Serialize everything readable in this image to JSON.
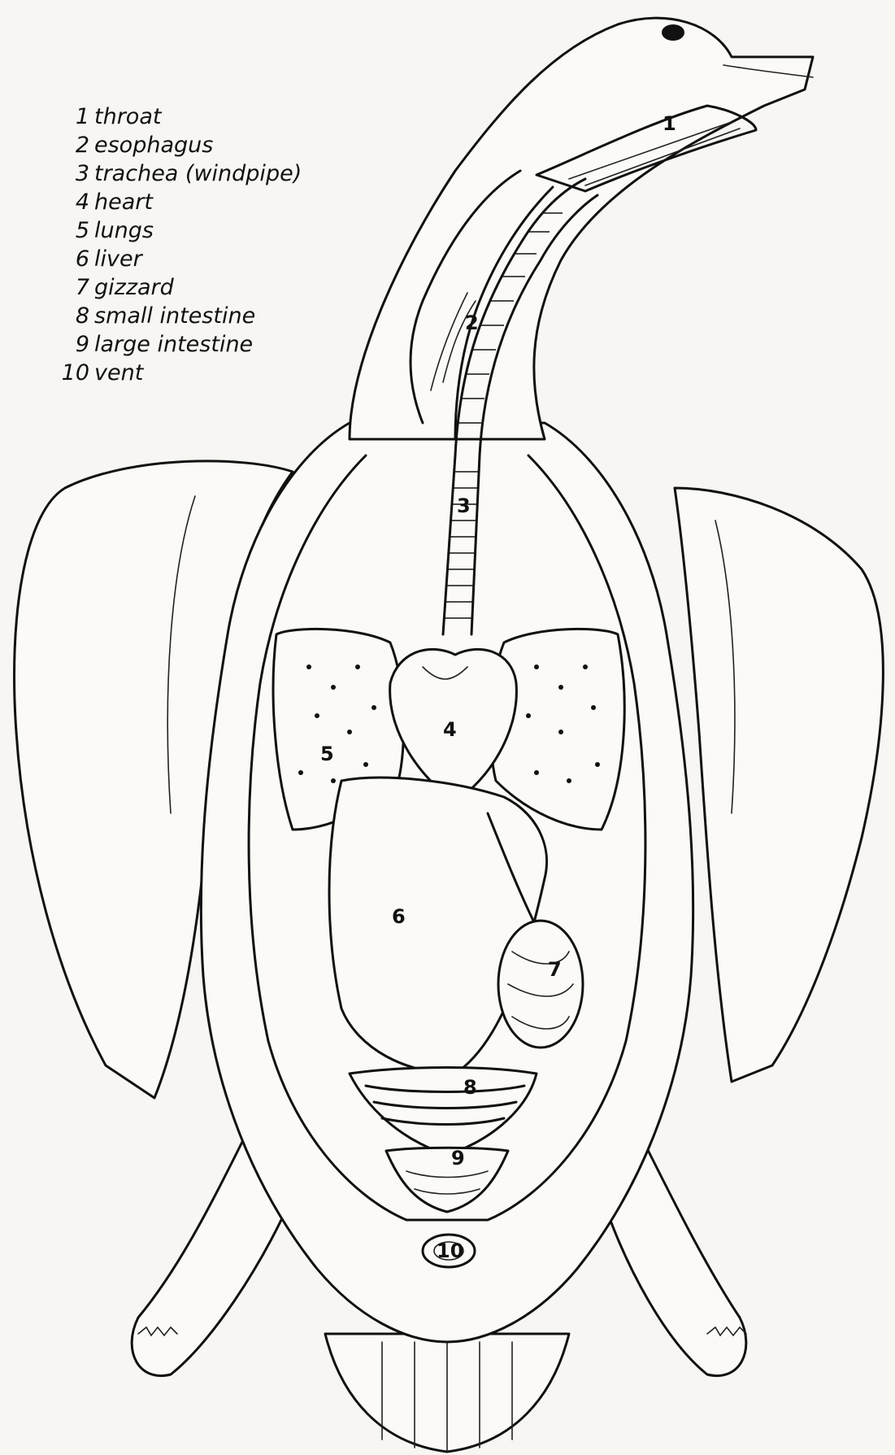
{
  "legend": [
    {
      "num": "1",
      "label": "throat"
    },
    {
      "num": "2",
      "label": "esophagus"
    },
    {
      "num": "3",
      "label": "trachea (windpipe)"
    },
    {
      "num": "4",
      "label": "heart"
    },
    {
      "num": "5",
      "label": "lungs"
    },
    {
      "num": "6",
      "label": "liver"
    },
    {
      "num": "7",
      "label": "gizzard"
    },
    {
      "num": "8",
      "label": "small intestine"
    },
    {
      "num": "9",
      "label": "large intestine"
    },
    {
      "num": "10",
      "label": "vent"
    }
  ],
  "colors": {
    "ink": "#111111",
    "paper": "#f7f6f2"
  }
}
